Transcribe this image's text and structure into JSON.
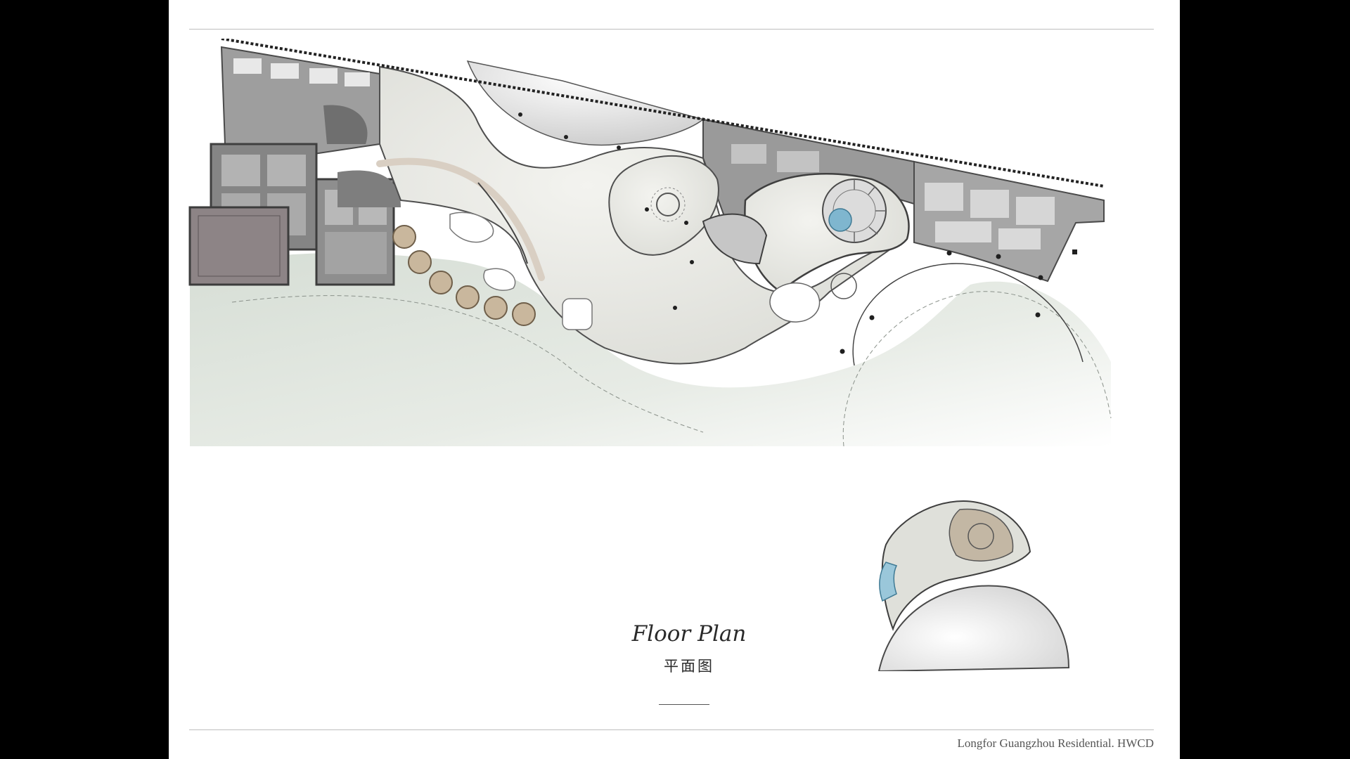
{
  "slide": {
    "title_en": "Floor Plan",
    "title_zh": "平面图",
    "footer": "Longfor Guangzhou Residential. HWCD"
  },
  "colors": {
    "background_outer": "#000000",
    "slide_background": "#ffffff",
    "wall_dark": "#7a7a7a",
    "room_gray": "#9e9e9e",
    "marble_floor": "#e9e9e4",
    "landscape_green": "#dde3db",
    "water_blue": "#7fb6cf",
    "furniture_tan": "#c9b79d"
  },
  "plan": {
    "main_floor_plan": "main-floor-plan",
    "staircase_detail": "staircase-detail-view"
  }
}
